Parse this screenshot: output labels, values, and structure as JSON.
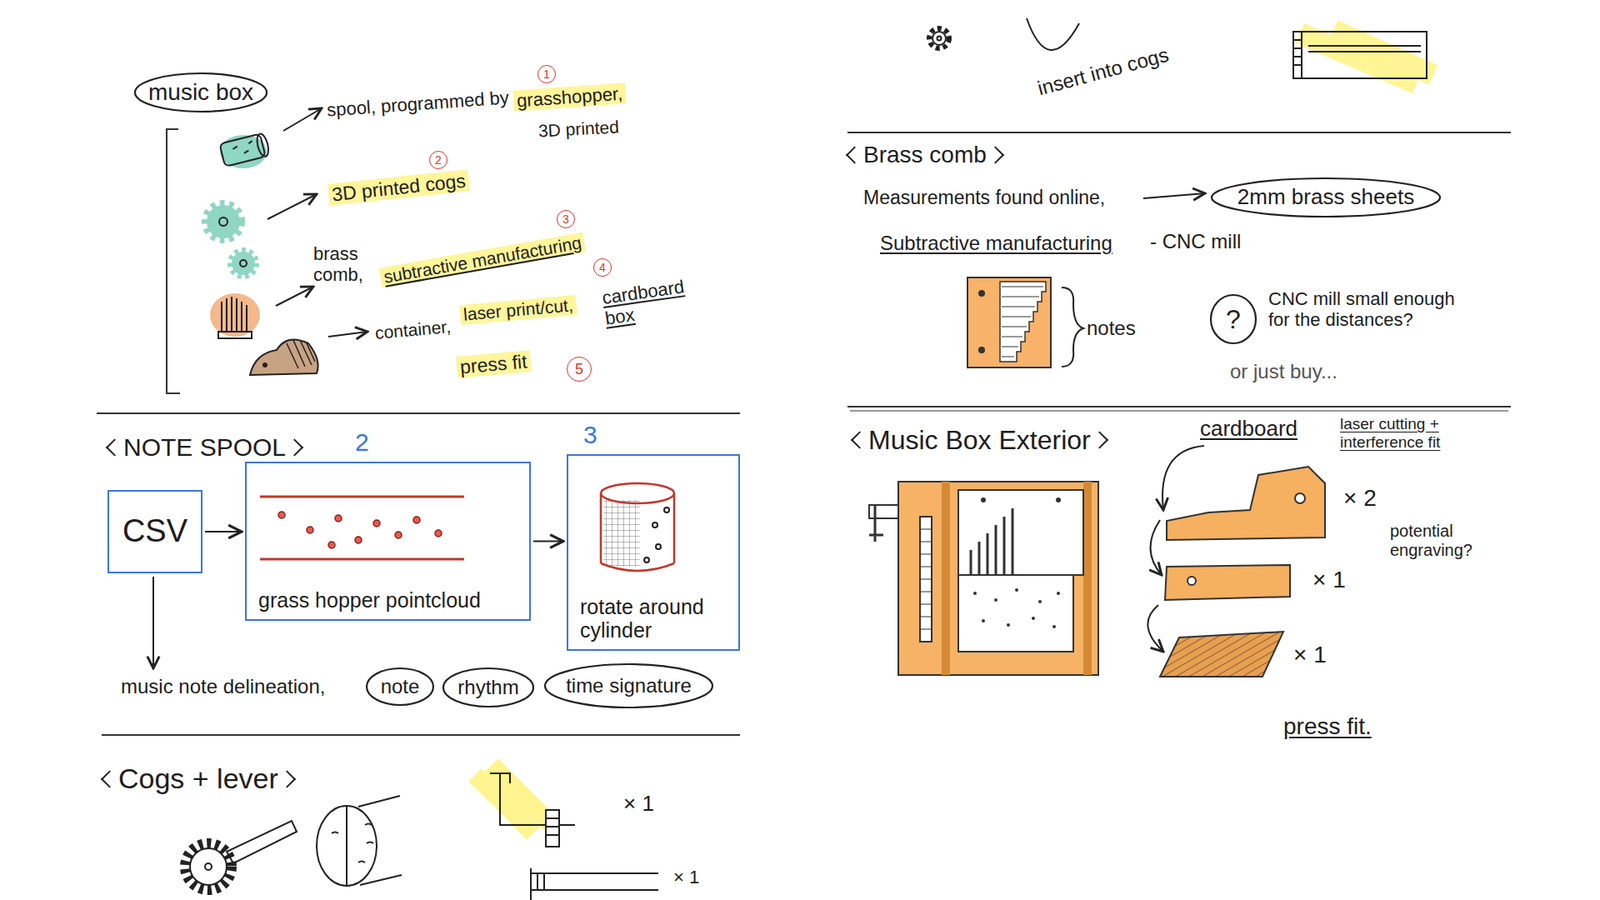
{
  "diagram": {
    "nodes": [
      {
        "text": [
          "music box"
        ]
      },
      {
        "text": [
          "CSV"
        ]
      },
      {
        "text": [
          "2",
          "grass hopper pointcloud"
        ]
      },
      {
        "text": [
          "3",
          "rotate around cylinder"
        ]
      },
      {
        "text": [
          "note"
        ]
      },
      {
        "text": [
          "rhythm"
        ]
      },
      {
        "text": [
          "time signature"
        ]
      },
      {
        "text": [
          "2mm brass sheets"
        ]
      },
      {
        "text": [
          "?"
        ]
      }
    ],
    "edges": [
      {
        "from": 1,
        "to": 2,
        "arrow": "to"
      },
      {
        "from": 2,
        "to": 3,
        "arrow": "to"
      }
    ],
    "labels": [
      "1",
      "spool, programmed by",
      "grasshopper,",
      "3D printed",
      "2",
      "3D printed cogs",
      "3",
      "brass comb,",
      "subtractive manufacturing",
      "4",
      "container,",
      "laser print/cut,",
      "cardboard box",
      "press fit",
      "5",
      "NOTE SPOOL",
      "music note delineation,",
      "Cogs + lever",
      "× 1",
      "× 1",
      "insert into cogs",
      "Brass comb",
      "Measurements found online,",
      "Subtractive manufacturing",
      "- CNC mill",
      "notes",
      "CNC mill small enough for the distances?",
      "or just buy...",
      "Music Box Exterior",
      "cardboard",
      "laser cutting + interference fit",
      "× 2",
      "× 1",
      "× 1",
      "potential engraving?",
      "press fit."
    ]
  }
}
